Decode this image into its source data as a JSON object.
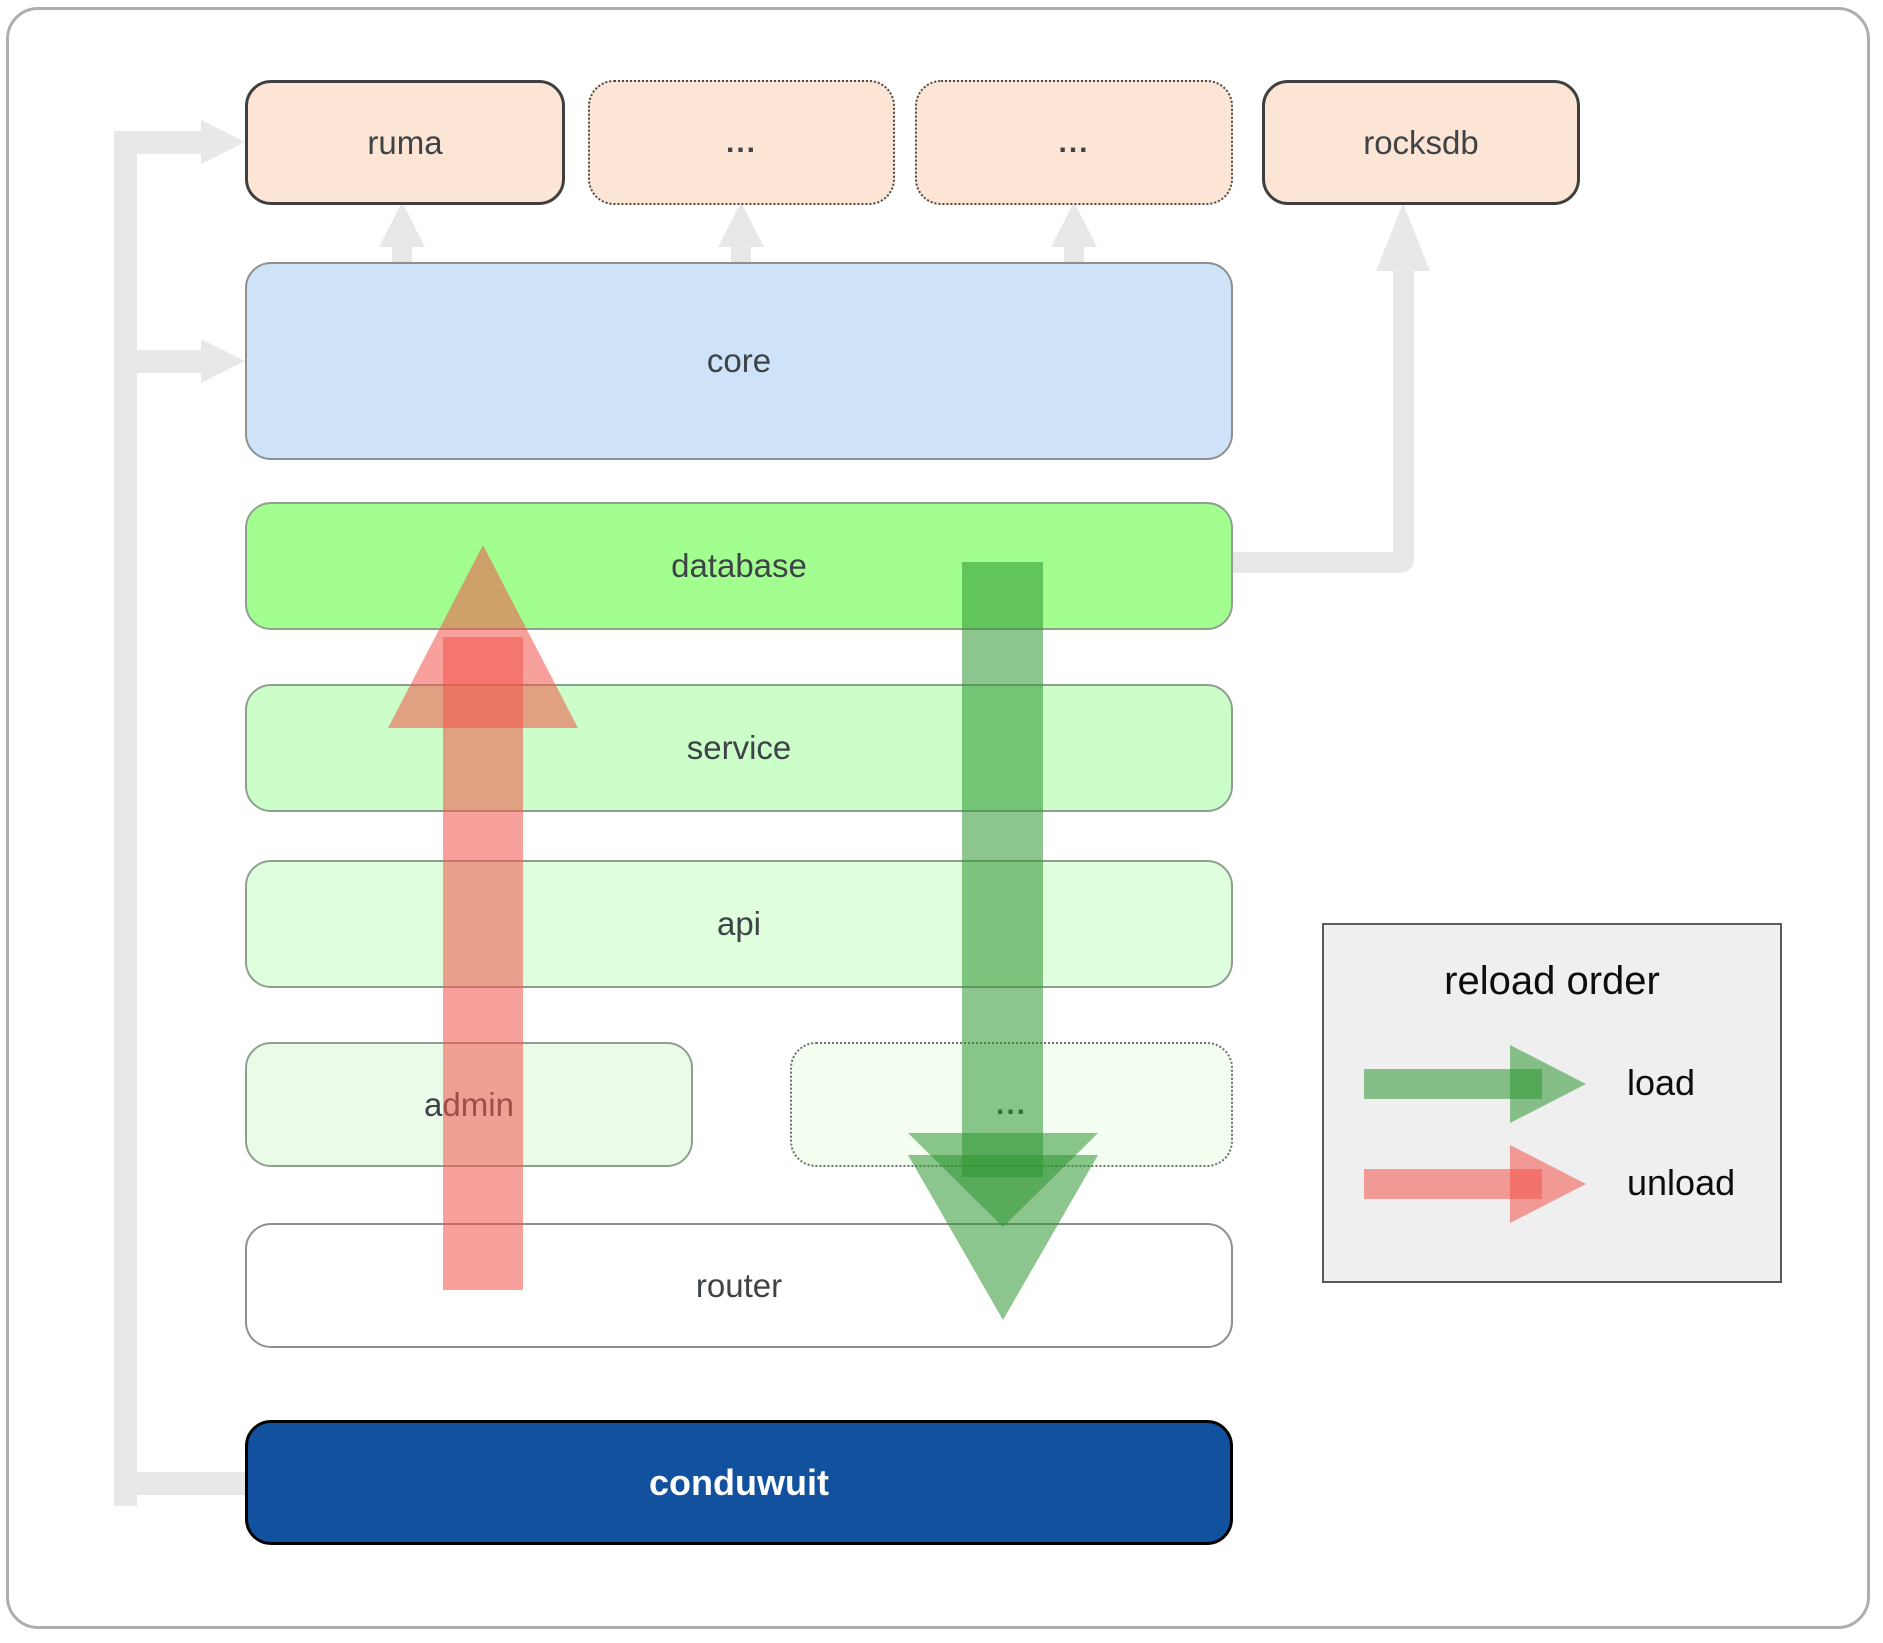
{
  "boxes": {
    "ruma": {
      "label": "ruma"
    },
    "dots_top_1": {
      "label": "..."
    },
    "dots_top_2": {
      "label": "..."
    },
    "rocksdb": {
      "label": "rocksdb"
    },
    "core": {
      "label": "core"
    },
    "database": {
      "label": "database"
    },
    "service": {
      "label": "service"
    },
    "api": {
      "label": "api"
    },
    "admin": {
      "label": "admin"
    },
    "dots_admin": {
      "label": "..."
    },
    "router": {
      "label": "router"
    },
    "conduwuit": {
      "label": "conduwuit"
    }
  },
  "legend": {
    "title": "reload order",
    "load_label": "load",
    "unload_label": "unload"
  },
  "colors": {
    "crate_peach": "#fce5d4",
    "core_blue": "#cfe3f8",
    "database_green": "#a3fe90",
    "service_green": "#cbfec8",
    "api_green": "#defedd",
    "admin_green": "#eafce8",
    "dots_admin_green": "#f3fef1",
    "router_white": "#ffffff",
    "conduwuit_blue": "#11519e",
    "load_arrow_green": "#2d9632",
    "unload_arrow_red": "#f3534a",
    "connector_gray": "#e8e8e8",
    "legend_bg": "#efefef",
    "label_text": "#3e4347"
  }
}
